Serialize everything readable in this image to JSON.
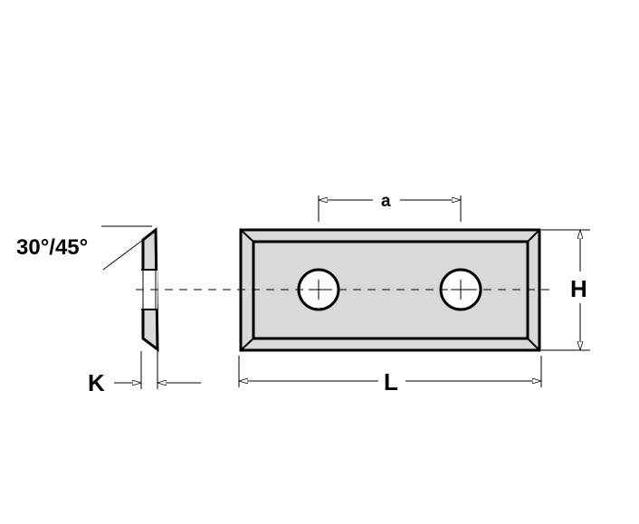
{
  "labels": {
    "angle": "30°/45°",
    "thickness": "K",
    "hole_spacing": "a",
    "height": "H",
    "length": "L"
  },
  "colors": {
    "line": "#000000",
    "fill": "#d9d9d9",
    "dim_line": "#000000",
    "background": "#ffffff"
  }
}
